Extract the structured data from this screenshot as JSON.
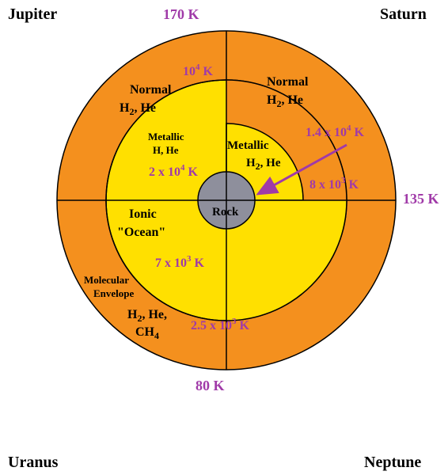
{
  "colors": {
    "envelope": "#f4901e",
    "metallic": "#ffe000",
    "rock": "#8e8f9c",
    "temperature_text": "#a03aa8",
    "label_text": "#000000",
    "divider": "#000000"
  },
  "planets": {
    "top_left": "Jupiter",
    "top_right": "Saturn",
    "bottom_left": "Uranus",
    "bottom_right": "Neptune"
  },
  "surface_temps": {
    "jupiter": "170 K",
    "saturn": "135 K",
    "ice_giants": "80 K"
  },
  "labels": {
    "jupiter_normal_1": "Normal",
    "jupiter_normal_2a": "H",
    "jupiter_normal_2b": "2",
    "jupiter_normal_2c": ", He",
    "jupiter_metallic_1": "Metallic",
    "jupiter_metallic_2": "H, He",
    "saturn_normal_1": "Normal",
    "saturn_normal_2a": "H",
    "saturn_normal_2b": "2",
    "saturn_normal_2c": ", He",
    "saturn_metallic_1": "Metallic",
    "saturn_metallic_2a": "H",
    "saturn_metallic_2b": "2",
    "saturn_metallic_2c": ", He",
    "rock": "Rock",
    "ionic_1": "Ionic",
    "ionic_2": "\"Ocean\"",
    "molecular_1": "Molecular",
    "molecular_2": "Envelope",
    "ice_gas_1a": "H",
    "ice_gas_1b": "2",
    "ice_gas_1c": ", He,",
    "ice_gas_2a": "CH",
    "ice_gas_2b": "4"
  },
  "temps": {
    "jupiter_boundary": {
      "mant": "10",
      "exp": "4",
      "unit": " K"
    },
    "jupiter_interior": {
      "pre": "2 x 10",
      "exp": "4",
      "unit": " K"
    },
    "saturn_core_arrow": {
      "pre": "1.4 x 10",
      "exp": "4",
      "unit": " K"
    },
    "saturn_boundary": {
      "pre": "8 x 10",
      "exp": "3",
      "unit": " K"
    },
    "uranus_ocean": {
      "pre": "7 x 10",
      "exp": "3",
      "unit": " K"
    },
    "neptune_boundary": {
      "pre": "2.5 x 10",
      "exp": "3",
      "unit": " K"
    }
  }
}
